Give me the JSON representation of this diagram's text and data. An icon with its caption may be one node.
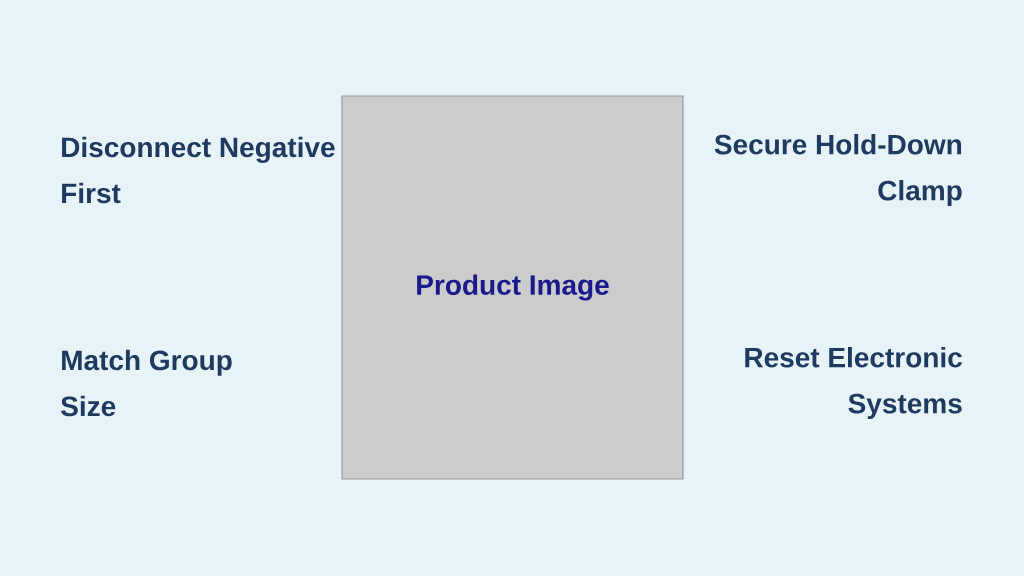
{
  "diagram": {
    "nodes": [
      {
        "text": [
          "Product Image"
        ]
      }
    ],
    "labels": [
      "Disconnect Negative First",
      "Secure Hold-Down Clamp",
      "Match Group Size",
      "Reset Electronic Systems"
    ]
  }
}
